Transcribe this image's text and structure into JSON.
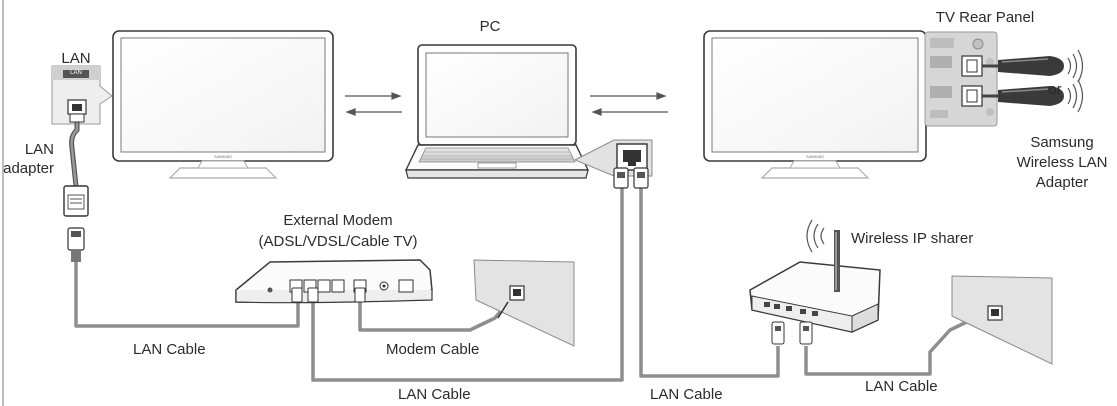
{
  "labels": {
    "pc": "PC",
    "tv_rear_panel": "TV Rear Panel",
    "lan_top": "LAN",
    "lan_port_tag": "LAN",
    "lan_adapter_line1": "LAN",
    "lan_adapter_line2": "adapter",
    "samsung_line1": "Samsung",
    "samsung_line2": "Wireless LAN",
    "samsung_line3": "Adapter",
    "or": "or",
    "modem_line1": "External Modem",
    "modem_line2": "(ADSL/VDSL/Cable TV)",
    "wireless_ip_sharer": "Wireless IP sharer",
    "lan_cable_left": "LAN Cable",
    "modem_cable": "Modem Cable",
    "lan_cable_bottom": "LAN Cable",
    "lan_cable_mid": "LAN Cable",
    "lan_cable_right": "LAN Cable"
  },
  "colors": {
    "cable": "#8e8e8e",
    "outline": "#3a3a3a",
    "device_fill": "#ffffff",
    "panel_gray": "#d6d6d6",
    "wall": "#e3e3e3"
  }
}
